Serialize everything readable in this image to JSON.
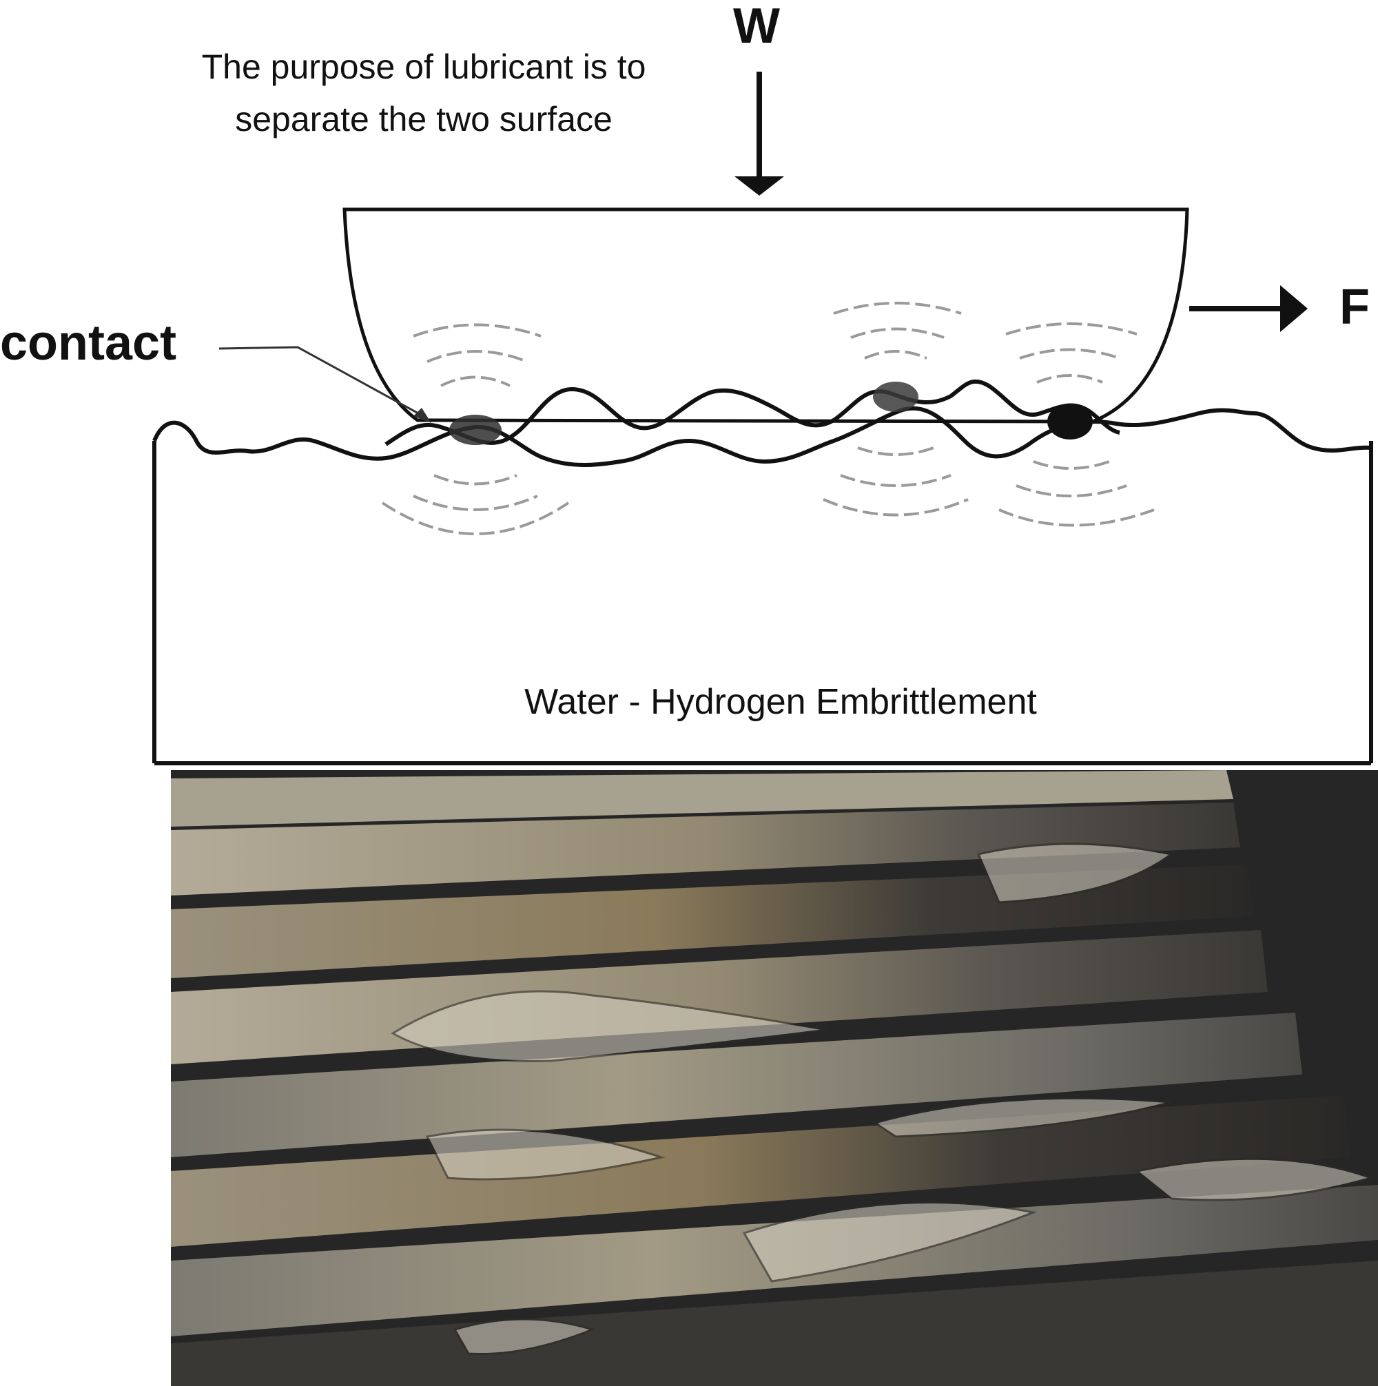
{
  "diagram": {
    "caption_line1": "The purpose of lubricant is to",
    "caption_line2": "separate the two surface",
    "load_label": "W",
    "force_label": "F",
    "contact_label": "contact",
    "photo_caption": "Water - Hydrogen Embrittlement",
    "photo_icon": "damaged-gear-teeth-photo",
    "colors": {
      "line": "#111111",
      "contact_spot": "#2b2b2b",
      "wave_ring": "#9a9a9a",
      "photo_dark": "#262626",
      "photo_metal": "#8c8778",
      "photo_rust": "#8a7650"
    }
  }
}
